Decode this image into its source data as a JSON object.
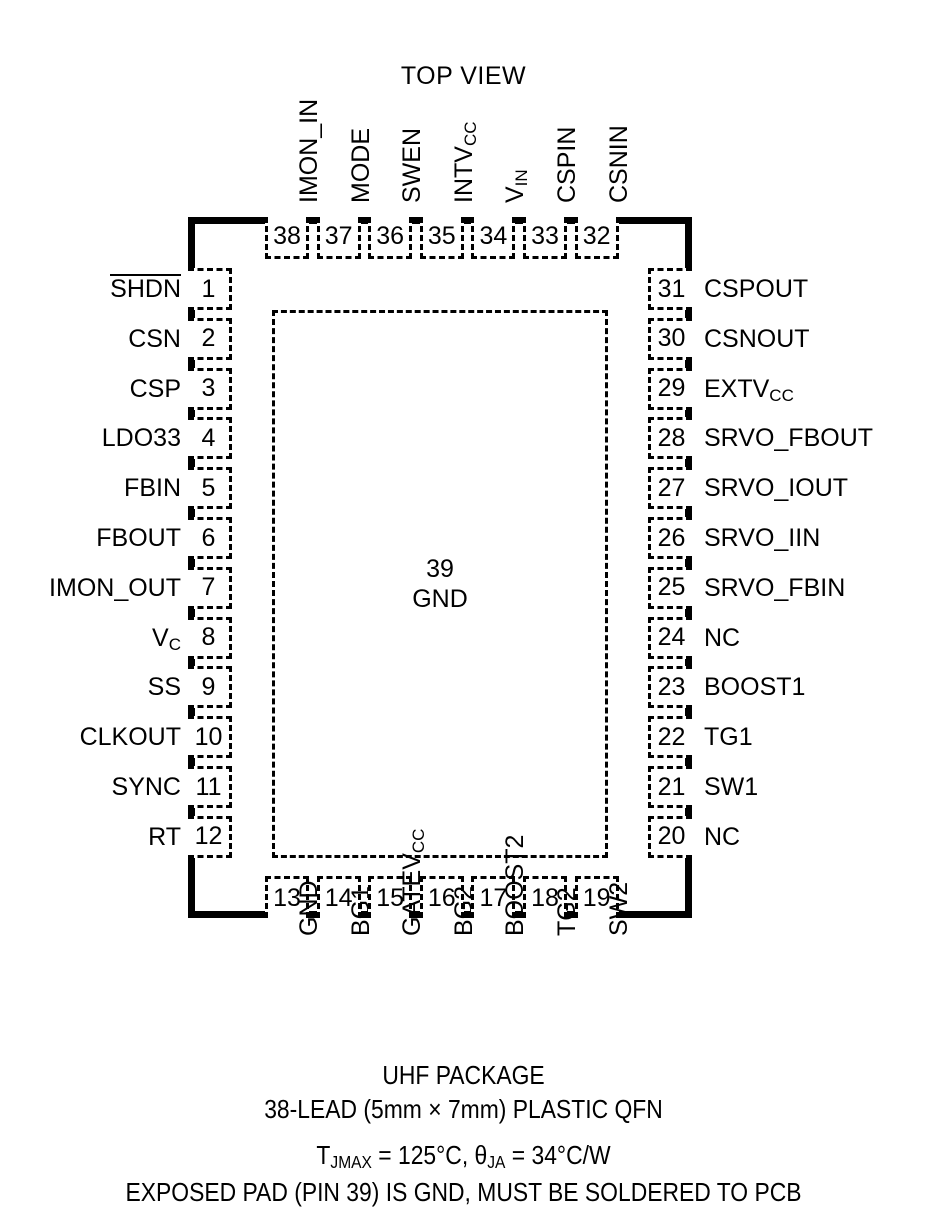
{
  "title": "TOP VIEW",
  "package": {
    "exposed_pad_number": "39",
    "exposed_pad_name": "GND"
  },
  "pins_left": [
    {
      "num": "1",
      "label": "SHDN",
      "overline": true
    },
    {
      "num": "2",
      "label": "CSN"
    },
    {
      "num": "3",
      "label": "CSP"
    },
    {
      "num": "4",
      "label": "LDO33"
    },
    {
      "num": "5",
      "label": "FBIN"
    },
    {
      "num": "6",
      "label": "FBOUT"
    },
    {
      "num": "7",
      "label": "IMON_OUT"
    },
    {
      "num": "8",
      "label": "V",
      "sub": "C"
    },
    {
      "num": "9",
      "label": "SS"
    },
    {
      "num": "10",
      "label": "CLKOUT"
    },
    {
      "num": "11",
      "label": "SYNC"
    },
    {
      "num": "12",
      "label": "RT"
    }
  ],
  "pins_bottom": [
    {
      "num": "13",
      "label": "GND"
    },
    {
      "num": "14",
      "label": "BG1"
    },
    {
      "num": "15",
      "label": "GATEV",
      "sub": "CC"
    },
    {
      "num": "16",
      "label": "BG2"
    },
    {
      "num": "17",
      "label": "BOOST2"
    },
    {
      "num": "18",
      "label": "TG2"
    },
    {
      "num": "19",
      "label": "SW2"
    }
  ],
  "pins_right": [
    {
      "num": "31",
      "label": "CSPOUT"
    },
    {
      "num": "30",
      "label": "CSNOUT"
    },
    {
      "num": "29",
      "label": "EXTV",
      "sub": "CC"
    },
    {
      "num": "28",
      "label": "SRVO_FBOUT"
    },
    {
      "num": "27",
      "label": "SRVO_IOUT"
    },
    {
      "num": "26",
      "label": "SRVO_IIN"
    },
    {
      "num": "25",
      "label": "SRVO_FBIN"
    },
    {
      "num": "24",
      "label": "NC"
    },
    {
      "num": "23",
      "label": "BOOST1"
    },
    {
      "num": "22",
      "label": "TG1"
    },
    {
      "num": "21",
      "label": "SW1"
    },
    {
      "num": "20",
      "label": "NC"
    }
  ],
  "pins_top": [
    {
      "num": "38",
      "label": "IMON_IN"
    },
    {
      "num": "37",
      "label": "MODE"
    },
    {
      "num": "36",
      "label": "SWEN"
    },
    {
      "num": "35",
      "label": "INTV",
      "sub": "CC"
    },
    {
      "num": "34",
      "label": "V",
      "sub": "IN"
    },
    {
      "num": "33",
      "label": "CSPIN"
    },
    {
      "num": "32",
      "label": "CSNIN"
    }
  ],
  "caption": {
    "line1": "UHF PACKAGE",
    "line2": "38-LEAD (5mm × 7mm) PLASTIC QFN",
    "line3_prefix": "T",
    "line3_sub1": "JMAX",
    "line3_mid": " = 125°C, θ",
    "line3_sub2": "JA",
    "line3_suffix": " = 34°C/W",
    "line4": "EXPOSED PAD (PIN 39) IS GND, MUST BE SOLDERED TO PCB"
  }
}
